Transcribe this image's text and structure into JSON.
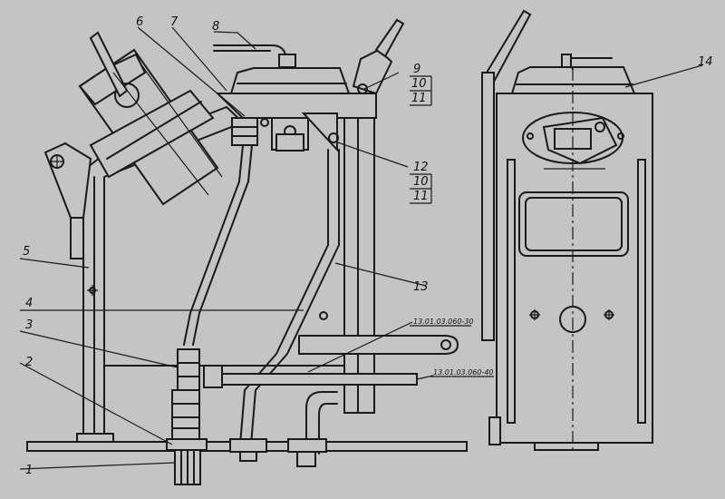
{
  "labels": {
    "l1": "1",
    "l2": "2",
    "l3": "3",
    "l4": "4",
    "l5": "5",
    "l6": "6",
    "l7": "7",
    "l8": "8",
    "l9": "9",
    "l10a": "10",
    "l11a": "11",
    "l12": "12",
    "l10b": "10",
    "l11b": "11",
    "l13": "13",
    "l14": "14"
  },
  "refs": {
    "r30": "13.01.03.060-30",
    "r40": "13.01.03.060-40"
  }
}
